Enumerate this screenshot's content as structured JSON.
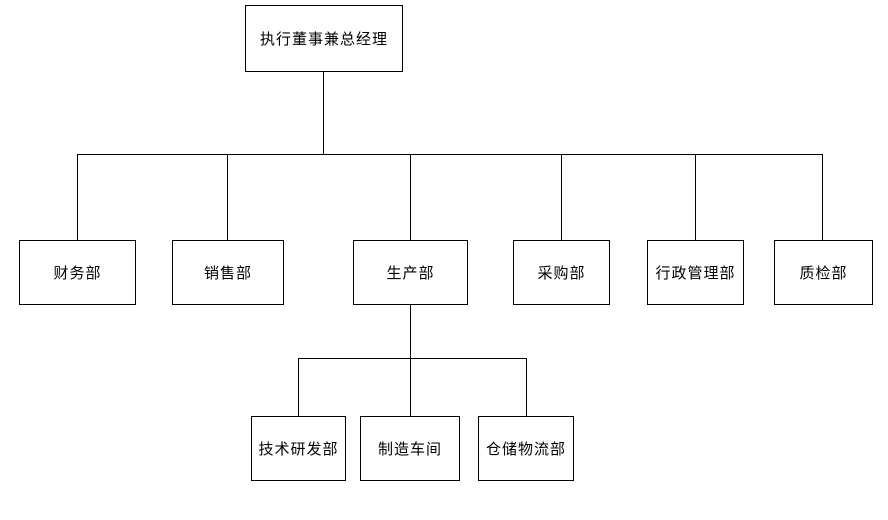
{
  "colors": {
    "background": "#ffffff",
    "line": "#000000",
    "text": "#000000",
    "node_fill": "#ffffff"
  },
  "org_chart": {
    "type": "organization-chart",
    "root": {
      "label": "执行董事兼总经理"
    },
    "departments": [
      {
        "label": "财务部"
      },
      {
        "label": "销售部"
      },
      {
        "label": "生产部"
      },
      {
        "label": "采购部"
      },
      {
        "label": "行政管理部"
      },
      {
        "label": "质检部"
      }
    ],
    "production_sub_departments": [
      {
        "label": "技术研发部"
      },
      {
        "label": "制造车间"
      },
      {
        "label": "仓储物流部"
      }
    ]
  }
}
